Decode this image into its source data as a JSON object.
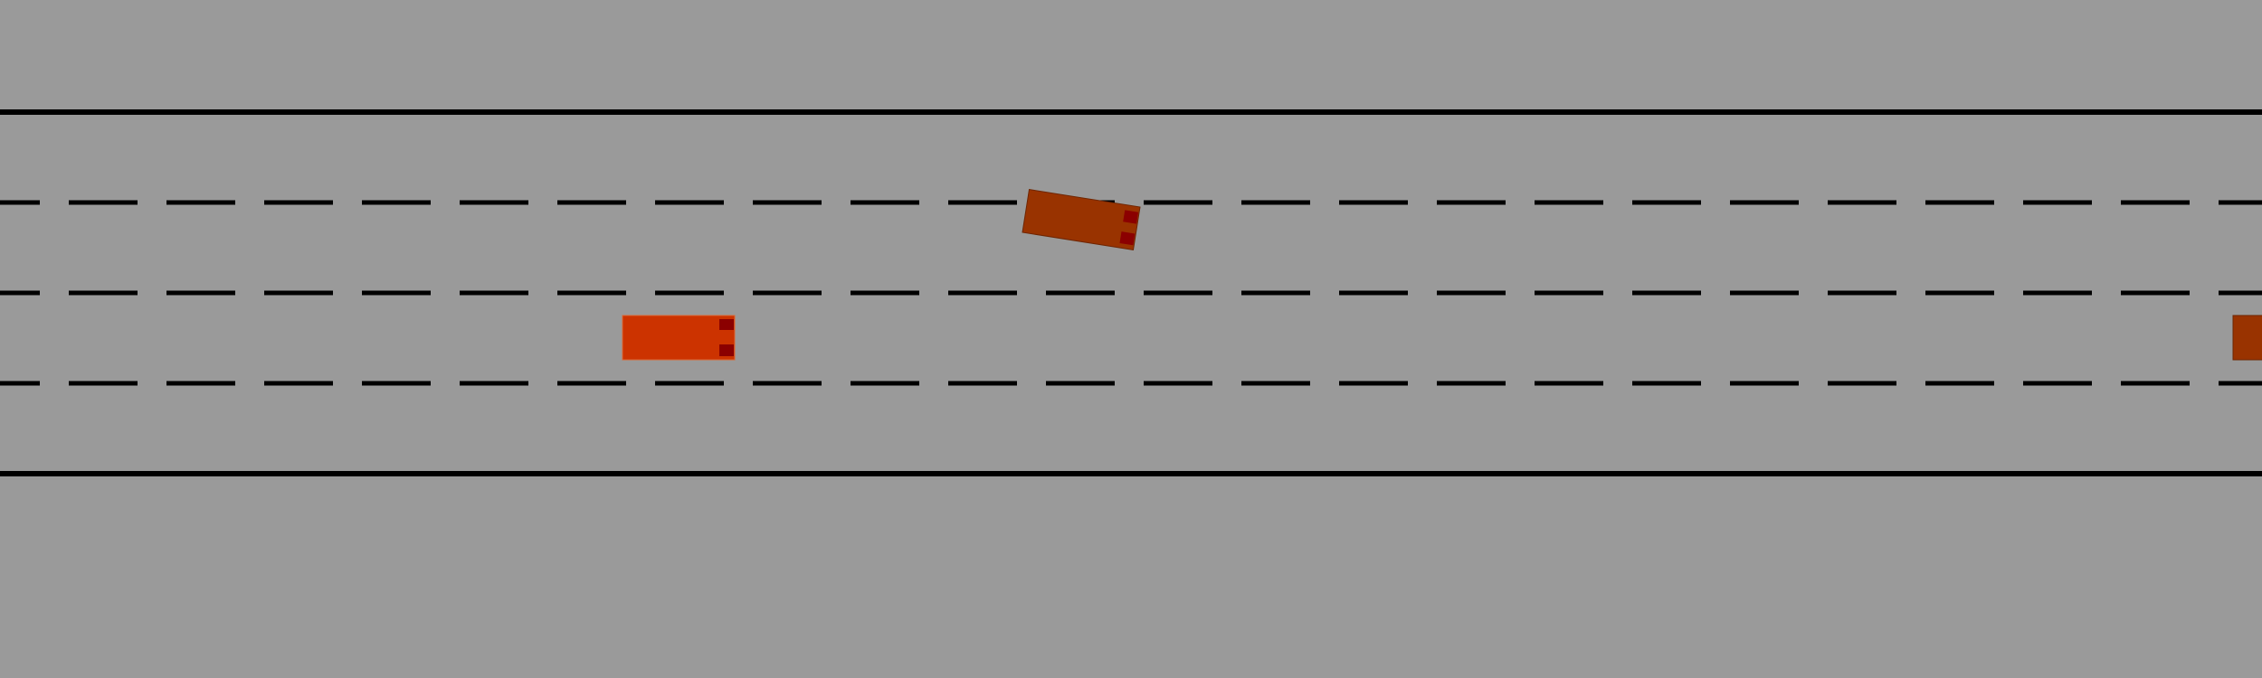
{
  "scene": {
    "type": "highway-driving-simulation",
    "lane_count": 4,
    "colors": {
      "road": "#9a9a9a",
      "lane_line": "#000000",
      "ego_vehicle": "#cc3300",
      "other_vehicle": "#993300",
      "tail_light": "#8b0000"
    }
  },
  "vehicles": [
    {
      "id": "ego-vehicle",
      "role": "ego",
      "lane": 3,
      "color": "#cc3300",
      "heading_deg": 0
    },
    {
      "id": "vehicle-1",
      "role": "other",
      "lane": 2,
      "color": "#993300",
      "heading_deg": 9,
      "state": "changing-lane"
    },
    {
      "id": "vehicle-2",
      "role": "other",
      "lane": 3,
      "color": "#993300",
      "heading_deg": 0,
      "state": "partially-visible"
    }
  ]
}
